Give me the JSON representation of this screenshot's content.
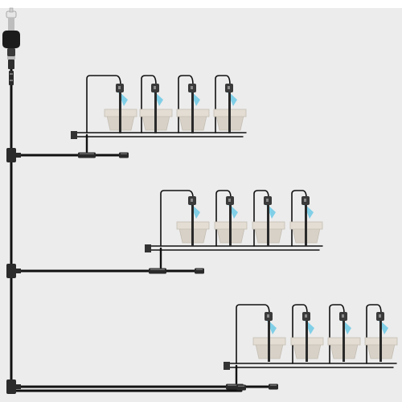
{
  "diagram": {
    "kind": "drip-irrigation-layout",
    "colors": {
      "background_panel": "#ececec",
      "hose": "#111111",
      "pot": "#d7d1c7",
      "pot_rim": "#e3ddd3",
      "spray": "#5cc6e6",
      "tap": "#e6e6e6",
      "timer": "#1c1c1c"
    },
    "branches": [
      {
        "id": "branch-1",
        "pots": 4
      },
      {
        "id": "branch-2",
        "pots": 4
      },
      {
        "id": "branch-3",
        "pots": 4
      }
    ]
  }
}
